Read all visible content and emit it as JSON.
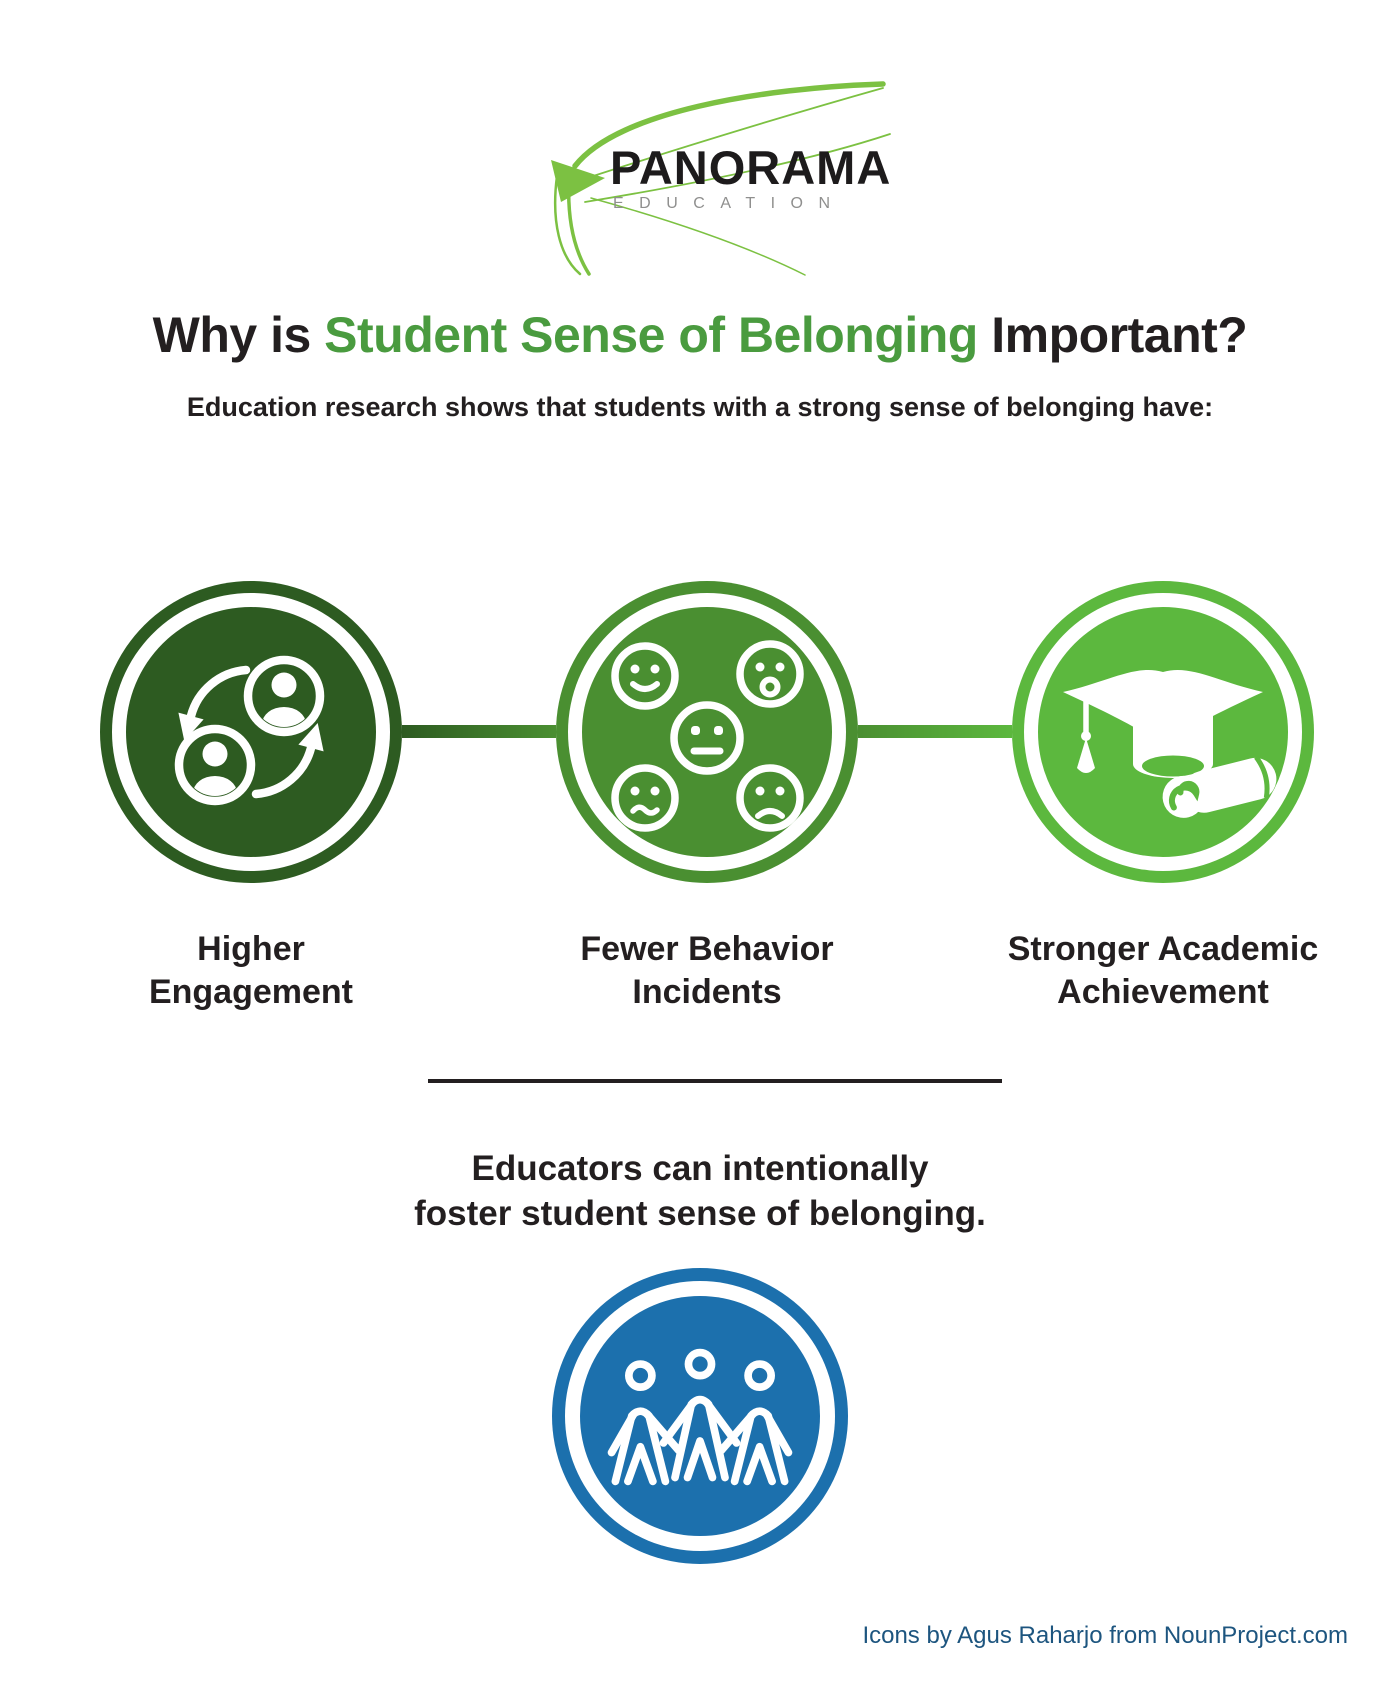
{
  "logo": {
    "brand": "PANORAMA",
    "division": "EDUCATION"
  },
  "title": {
    "prefix": "Why is ",
    "highlight": "Student Sense of Belonging",
    "suffix": " Important?"
  },
  "subtitle": "Education research shows that students with a strong sense of belonging have:",
  "benefits": [
    {
      "label_line1": "Higher",
      "label_line2": "Engagement",
      "icon": "people-exchange-icon",
      "color": "#2d5b21"
    },
    {
      "label_line1": "Fewer Behavior",
      "label_line2": "Incidents",
      "icon": "emotion-faces-icon",
      "color": "#4a8f31"
    },
    {
      "label_line1": "Stronger Academic",
      "label_line2": "Achievement",
      "icon": "graduation-icon",
      "color": "#5cb83e"
    }
  ],
  "note": {
    "line1": "Educators can intentionally",
    "line2": "foster student sense of belonging."
  },
  "community": {
    "icon": "community-people-icon",
    "color": "#1c70ad"
  },
  "footer": {
    "credit": "Icons by Agus Raharjo from NounProject.com"
  },
  "colors": {
    "title_green": "#4a9b3f",
    "text_dark": "#231f20",
    "logo_green": "#7cc142",
    "logo_gray": "#8f8f8e",
    "footer_blue": "#1d557f",
    "circle1": "#2d5b21",
    "circle2": "#4a8f31",
    "circle3": "#5cb83e",
    "community_blue": "#1c70ad"
  }
}
